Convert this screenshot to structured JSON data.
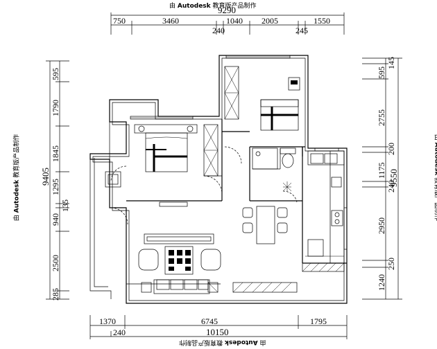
{
  "watermark": {
    "prefix": "由",
    "brand": "Autodesk",
    "suffix": "教育版产品制作"
  },
  "dimensions": {
    "top_total": "9290",
    "top_segments": [
      "750",
      "3460",
      "240",
      "1040",
      "2005",
      "245",
      "1550"
    ],
    "bottom_total": "10150",
    "bottom_segments": [
      "1370",
      "6745",
      "1795"
    ],
    "bottom_sub": [
      "240"
    ],
    "left_total": "9405",
    "left_segments": [
      "595",
      "1790",
      "1845",
      "1295",
      "135",
      "940",
      "2500",
      "285"
    ],
    "right_total": "9550",
    "right_segments": [
      "145",
      "595",
      "2755",
      "200",
      "1175",
      "240",
      "2950",
      "250",
      "1240"
    ]
  },
  "colors": {
    "line": "#000000",
    "background": "#ffffff"
  }
}
